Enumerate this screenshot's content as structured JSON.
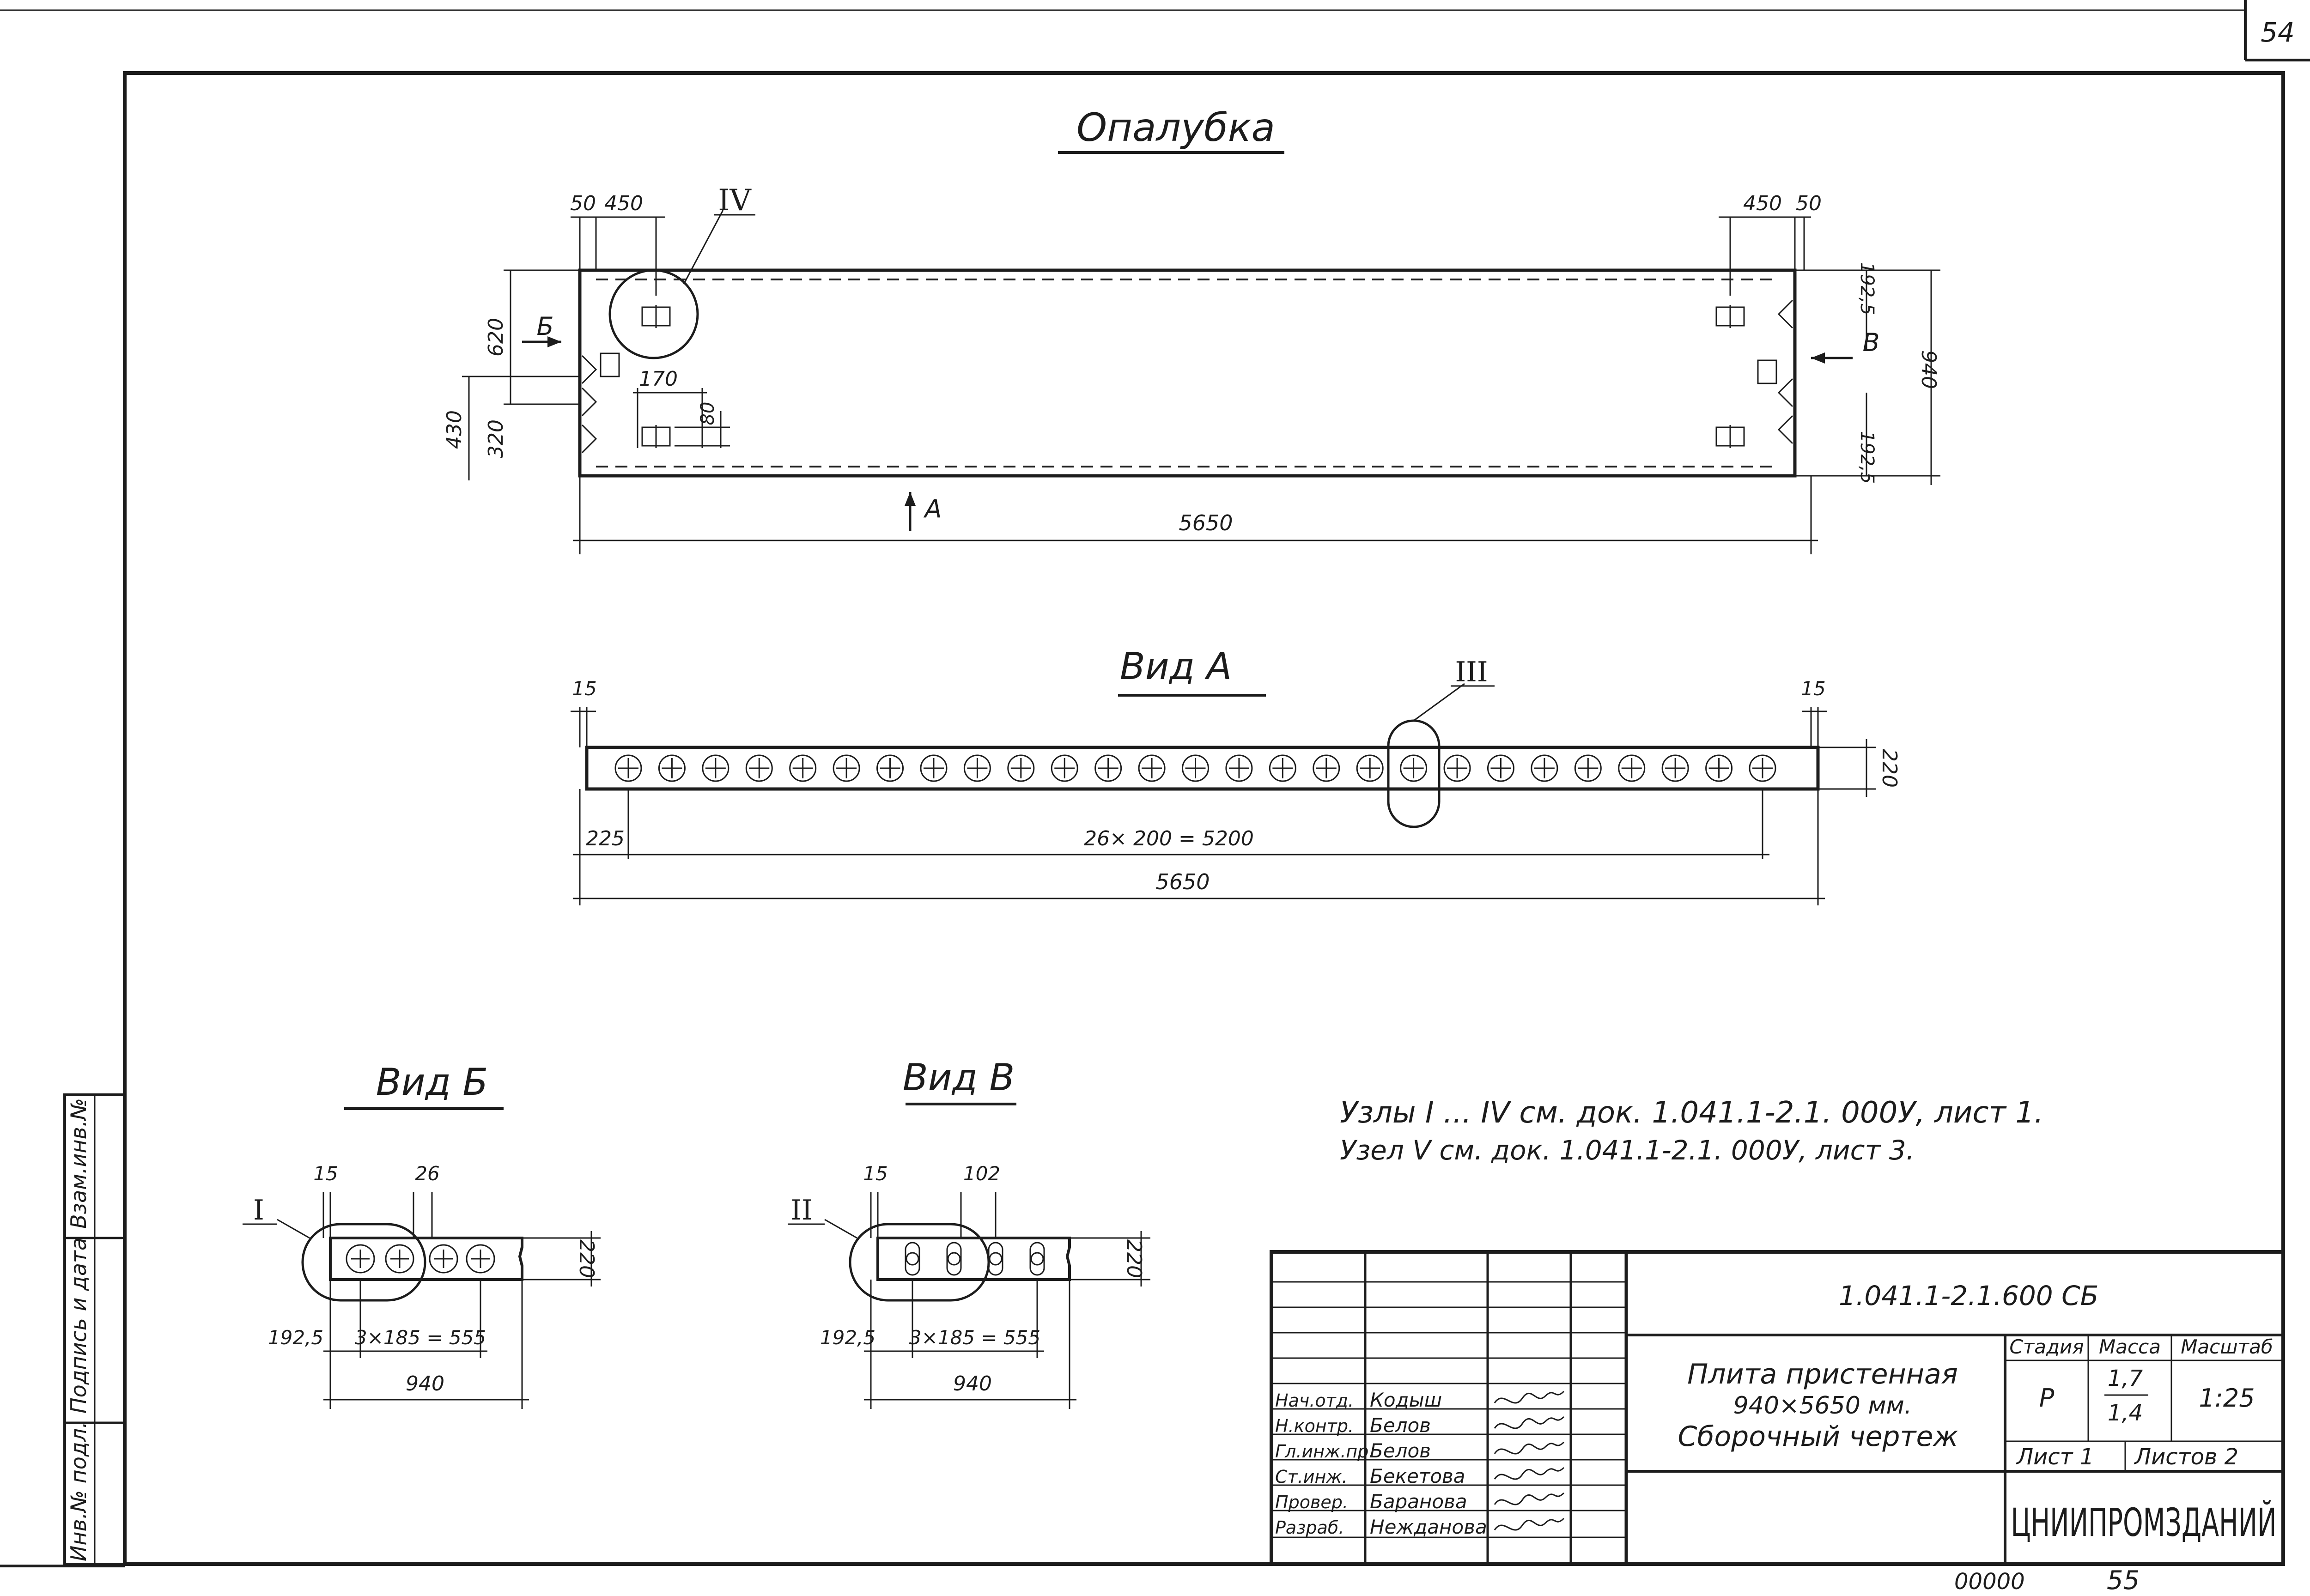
{
  "sheet": {
    "page_number_top": "54",
    "page_number_bottom": "55",
    "stamp_bottom": "00000"
  },
  "side_strip": {
    "inv_no_orig": "Инв.№ подл.",
    "sign_date": "Подпись и дата",
    "inv_no_replace": "Взам.инв.№"
  },
  "formwork": {
    "title": "Опалубка",
    "node_label": "IV",
    "dims": {
      "top_left_edge": "50",
      "top_left_offset": "450",
      "top_right_offset": "450",
      "top_right_edge": "50",
      "left_upper": "620",
      "left_lower_total": "430",
      "left_lower_inner": "320",
      "inner_width": "170",
      "inner_height": "80",
      "right_top": "192,5",
      "right_bottom": "192,5",
      "right_total": "940",
      "overall_length": "5650"
    },
    "view_marks": {
      "left": "Б",
      "right": "В",
      "bottom": "А"
    }
  },
  "view_a": {
    "title": "Вид А",
    "node_label": "III",
    "dims": {
      "left_edge": "15",
      "right_edge": "15",
      "height": "220",
      "left_offset": "225",
      "pitch": "26× 200 = 5200",
      "overall": "5650"
    },
    "hole_count": 27
  },
  "view_b": {
    "title": "Вид Б",
    "node_label": "I",
    "dims": {
      "edge": "15",
      "gap": "26",
      "height": "220",
      "offset": "192,5",
      "pitch": "3×185 = 555",
      "width": "940"
    }
  },
  "view_v": {
    "title": "Вид В",
    "node_label": "II",
    "dims": {
      "edge": "15",
      "gap": "102",
      "height": "220",
      "offset": "192,5",
      "pitch": "3×185 = 555",
      "width": "940"
    }
  },
  "notes": {
    "line1": "Узлы I ... IV см. док. 1.041.1-2.1. 000У, лист 1.",
    "line2": "Узел V см. док. 1.041.1-2.1. 000У, лист 3."
  },
  "title_block": {
    "doc_code": "1.041.1-2.1.600 СБ",
    "name_line1": "Плита пристенная",
    "name_line2": "940×5650 мм.",
    "name_line3": "Сборочный чертеж",
    "stage_header": "Стадия",
    "mass_header": "Масса",
    "scale_header": "Масштаб",
    "stage_value": "Р",
    "mass_top": "1,7",
    "mass_bottom": "1,4",
    "scale_value": "1:25",
    "sheet_label": "Лист 1",
    "sheets_label": "Листов 2",
    "organization": "ЦНИИПРОМЗДАНИЙ",
    "roles": [
      {
        "role": "Нач.отд.",
        "name": "Кодыш"
      },
      {
        "role": "Н.контр.",
        "name": "Белов"
      },
      {
        "role": "Гл.инж.пр.",
        "name": "Белов"
      },
      {
        "role": "Ст.инж.",
        "name": "Бекетова"
      },
      {
        "role": "Провер.",
        "name": "Баранова"
      },
      {
        "role": "Разраб.",
        "name": "Нежданова"
      }
    ]
  }
}
